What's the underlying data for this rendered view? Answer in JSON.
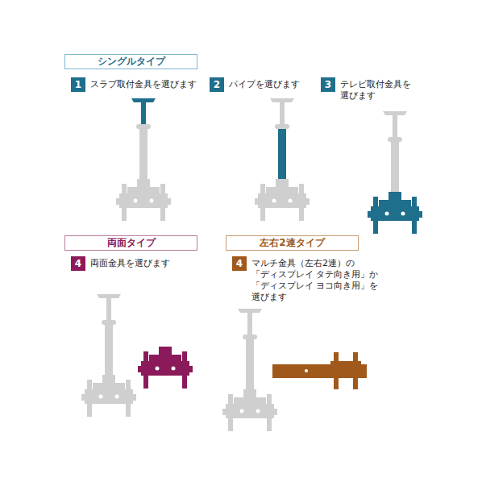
{
  "diagram": {
    "nodes": [
      {
        "text": [
          "シングルタイプ"
        ]
      },
      {
        "text": [
          "1"
        ]
      },
      {
        "text": [
          "2"
        ]
      },
      {
        "text": [
          "3"
        ]
      },
      {
        "text": [
          "両面タイプ"
        ]
      },
      {
        "text": [
          "4"
        ]
      },
      {
        "text": [
          "左右2連タイプ"
        ]
      },
      {
        "text": [
          "4"
        ]
      }
    ],
    "labels": [
      "スラブ取付金具を選びます",
      "パイプを選びます",
      "テレビ取付金具を 選びます",
      "両面金具を選びます",
      "マルチ金具（左右2連）の 「ディスプレイ タテ向き用」か 「ディスプレイ ヨコ向き用」を 選びます"
    ]
  }
}
